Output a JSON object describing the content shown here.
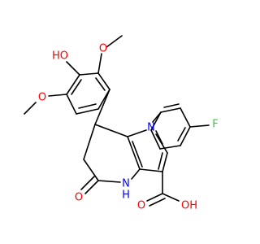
{
  "colors": {
    "bond": "#000000",
    "oxygen": "#ff0000",
    "nitrogen": "#0000ff",
    "fluorine": "#33cc33",
    "background": "#ffffff"
  },
  "atoms": [
    {
      "id": "ho_phenol",
      "text": "HO",
      "element": "oxygen"
    },
    {
      "id": "o_methoxy_top",
      "text": "O",
      "element": "oxygen"
    },
    {
      "id": "o_methoxy_left",
      "text": "O",
      "element": "oxygen"
    },
    {
      "id": "n1",
      "text": "N",
      "element": "nitrogen"
    },
    {
      "id": "f",
      "text": "F",
      "element": "fluorine"
    },
    {
      "id": "o_lactam",
      "text": "O",
      "element": "oxygen"
    },
    {
      "id": "n4",
      "text": "N",
      "element": "nitrogen"
    },
    {
      "id": "h_n4",
      "text": "H",
      "element": "nitrogen"
    },
    {
      "id": "o_carbonyl",
      "text": "O",
      "element": "oxygen"
    },
    {
      "id": "oh_acid",
      "text": "OH",
      "element": "oxygen"
    }
  ]
}
